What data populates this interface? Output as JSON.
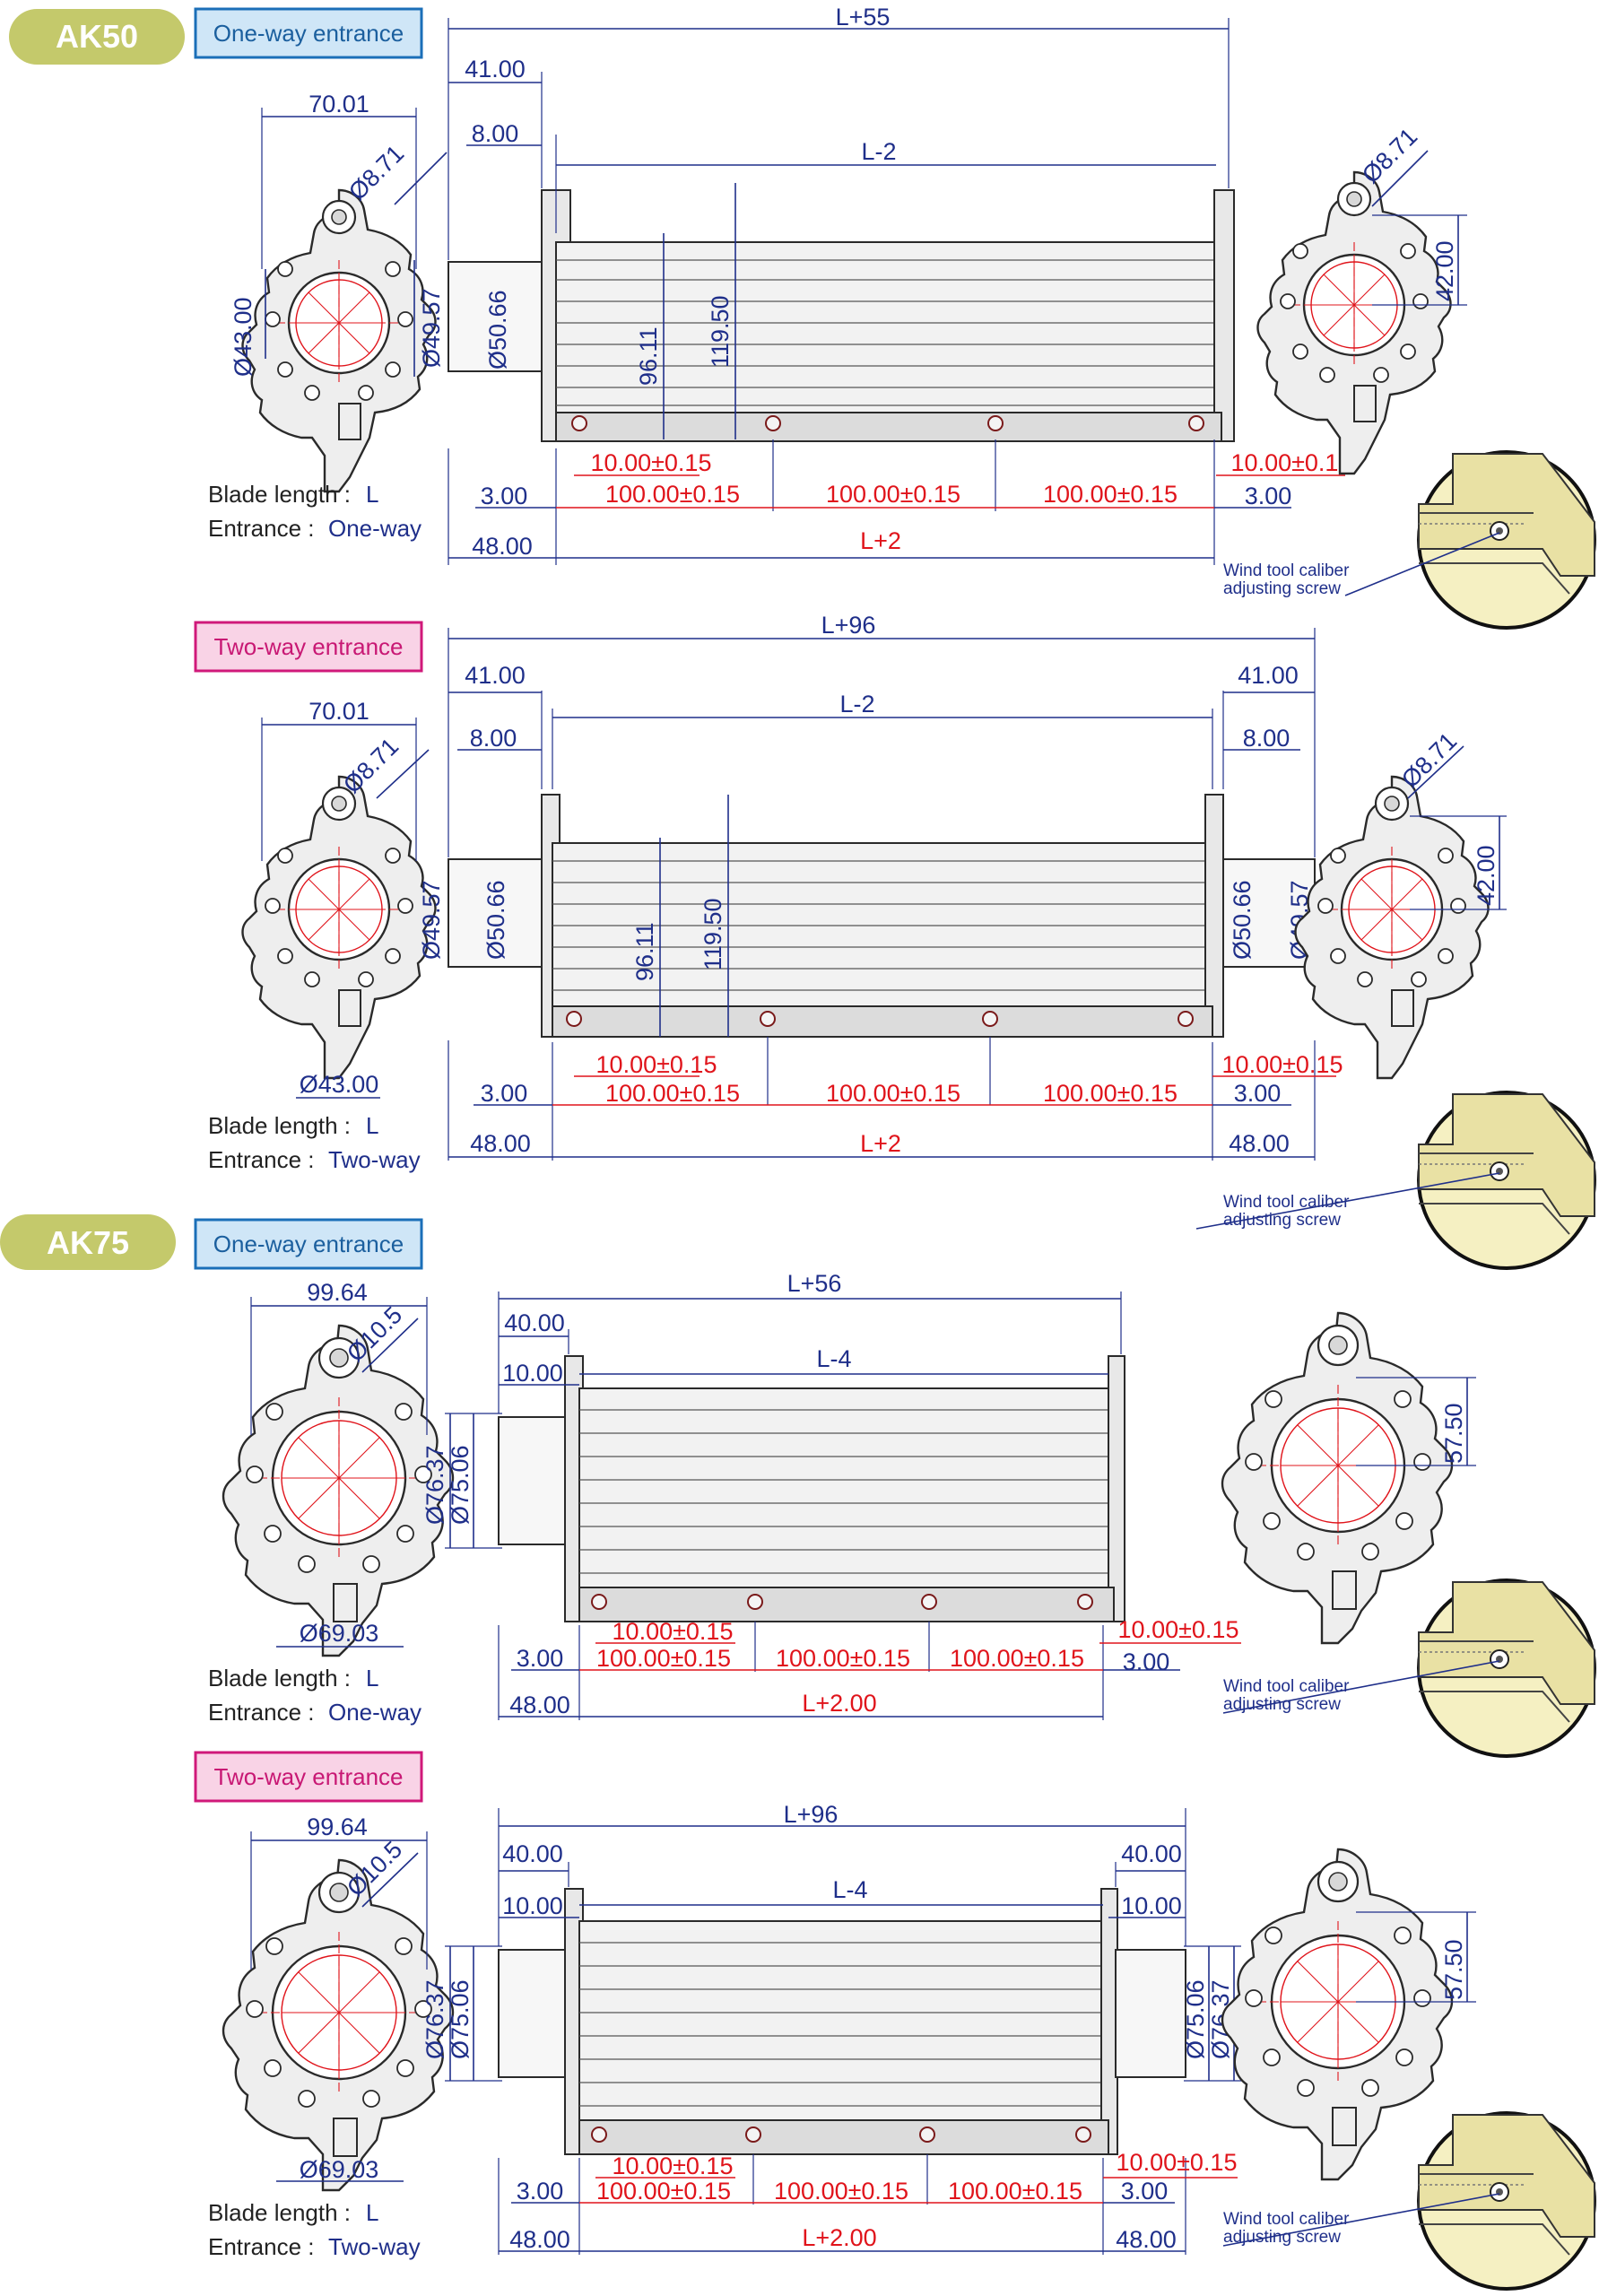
{
  "sections": [
    {
      "model": "AK50",
      "entrance_box": "One-way entrance",
      "blade_label": "Blade length :",
      "blade_value": "L",
      "entrance_label": "Entrance :",
      "entrance_value": "One-way",
      "dims": {
        "overall": "L+55",
        "left_offset": "41.00",
        "left_gap": "8.00",
        "inner": "L-2",
        "width_top": "70.01",
        "hole_dia_left": "Ø8.71",
        "hole_dia_right": "Ø8.71",
        "dia_a": "Ø43.00",
        "dia_b": "Ø49.57",
        "dia_c": "Ø50.66",
        "h1": "96.11",
        "h2": "119.50",
        "right_h": "42.00",
        "tol_left": "10.00±0.15",
        "tol_right": "10.00±0.15",
        "pitch1": "100.00±0.15",
        "pitch2": "100.00±0.15",
        "pitch3": "100.00±0.15",
        "end_left": "3.00",
        "end_right": "3.00",
        "base_left": "48.00",
        "base_mid": "L+2"
      },
      "note": [
        "Wind tool caliber",
        "adjusting screw"
      ]
    },
    {
      "entrance_box": "Two-way entrance",
      "blade_label": "Blade length :",
      "blade_value": "L",
      "entrance_label": "Entrance :",
      "entrance_value": "Two-way",
      "dims": {
        "overall": "L+96",
        "left_offset": "41.00",
        "right_offset": "41.00",
        "left_gap": "8.00",
        "right_gap": "8.00",
        "inner": "L-2",
        "width_top": "70.01",
        "hole_dia_right": "Ø8.71",
        "hole_dia_left": "Ø8.71",
        "dia_a": "Ø43.00",
        "dia_b": "Ø49.57",
        "dia_c": "Ø50.66",
        "dia_c_r": "Ø50.66",
        "dia_b_r": "Ø49.57",
        "h1": "96.11",
        "h2": "119.50",
        "right_h": "42.00",
        "tol_left": "10.00±0.15",
        "tol_right": "10.00±0.15",
        "pitch1": "100.00±0.15",
        "pitch2": "100.00±0.15",
        "pitch3": "100.00±0.15",
        "end_left": "3.00",
        "end_right": "3.00",
        "base_left": "48.00",
        "base_mid": "L+2",
        "base_right": "48.00"
      },
      "note": [
        "Wind tool caliber",
        "adjusting screw"
      ]
    },
    {
      "model": "AK75",
      "entrance_box": "One-way entrance",
      "blade_label": "Blade length :",
      "blade_value": "L",
      "entrance_label": "Entrance :",
      "entrance_value": "One-way",
      "dims": {
        "overall": "L+56",
        "left_offset": "40.00",
        "left_gap": "10.00",
        "inner": "L-4",
        "width_top": "99.64",
        "hole_dia": "Ø10.5",
        "dia_a": "Ø69.03",
        "dia_b": "Ø76.37",
        "dia_c": "Ø75.06",
        "right_h": "57.50",
        "tol_left": "10.00±0.15",
        "tol_right": "10.00±0.15",
        "pitch1": "100.00±0.15",
        "pitch2": "100.00±0.15",
        "pitch3": "100.00±0.15",
        "end_left": "3.00",
        "end_right": "3.00",
        "base_left": "48.00",
        "base_mid": "L+2.00"
      },
      "note": [
        "Wind tool caliber",
        "adjusting screw"
      ]
    },
    {
      "entrance_box": "Two-way entrance",
      "blade_label": "Blade length :",
      "blade_value": "L",
      "entrance_label": "Entrance :",
      "entrance_value": "Two-way",
      "dims": {
        "overall": "L+96",
        "left_offset": "40.00",
        "right_offset": "40.00",
        "left_gap": "10.00",
        "right_gap": "10.00",
        "inner": "L-4",
        "width_top": "99.64",
        "hole_dia": "Ø10.5",
        "dia_a": "Ø69.03",
        "dia_b": "Ø76.37",
        "dia_c": "Ø75.06",
        "dia_c_r": "Ø75.06",
        "dia_b_r": "Ø76.37",
        "right_h": "57.50",
        "tol_left": "10.00±0.15",
        "tol_right": "10.00±0.15",
        "pitch1": "100.00±0.15",
        "pitch2": "100.00±0.15",
        "pitch3": "100.00±0.15",
        "end_left": "3.00",
        "end_right": "3.00",
        "base_left": "48.00",
        "base_mid": "L+2.00",
        "base_right": "48.00"
      },
      "note": [
        "Wind tool caliber",
        "adjusting screw"
      ]
    }
  ],
  "colors": {
    "model_badge": "#c4c96b",
    "oneway_fill": "#cfe6f7",
    "oneway_stroke": "#1b6fb8",
    "oneway_text": "#1b5f9e",
    "twoway_fill": "#f9d3e6",
    "twoway_stroke": "#d0197a",
    "twoway_text": "#c81874",
    "dimension": "#1f2f8a",
    "tolerance": "#e0141b",
    "zoom_fill": "#f5f0c2"
  }
}
